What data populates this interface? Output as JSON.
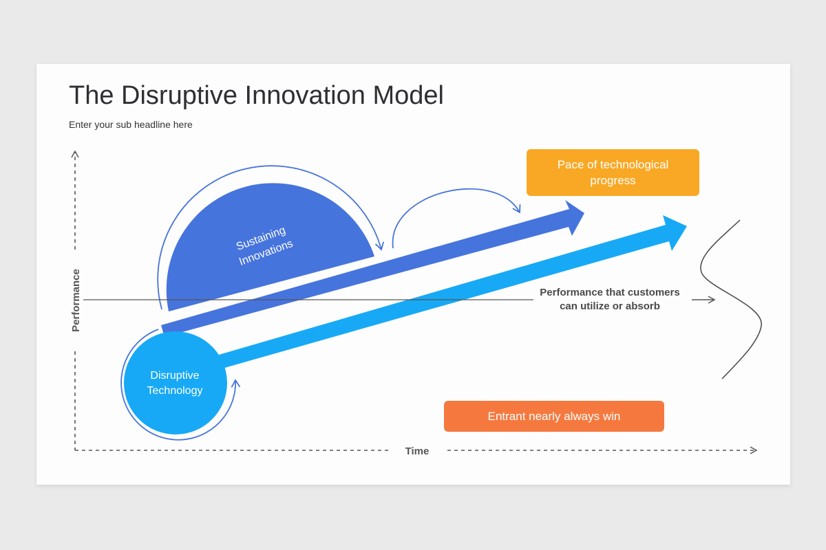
{
  "slide": {
    "title": "The Disruptive Innovation Model",
    "subtitle": "Enter your sub headline here"
  },
  "axes": {
    "y_label": "Performance",
    "x_label": "Time"
  },
  "labels": {
    "sustaining_line1": "Sustaining",
    "sustaining_line2": "Innovations",
    "disruptive_line1": "Disruptive",
    "disruptive_line2": "Technology",
    "pace_box": "Pace of technological progress",
    "performance_line1": "Performance that customers",
    "performance_line2": "can utilize or absorb",
    "entrant_box": "Entrant nearly always win"
  },
  "colors": {
    "sustaining": "#4674dd",
    "disruptive": "#17a9f5",
    "pace_box": "#f9a825",
    "entrant_box": "#f5793f",
    "axis": "#555555"
  }
}
